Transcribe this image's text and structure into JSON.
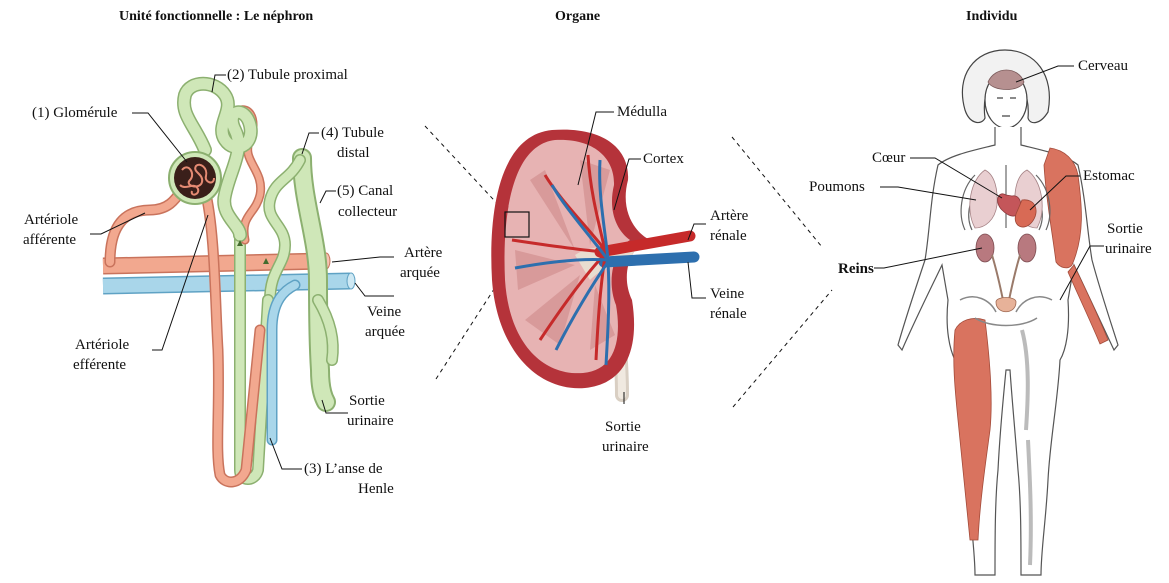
{
  "titles": {
    "nephron": "Unité fonctionnelle : Le néphron",
    "organ": "Organe",
    "individual": "Individu"
  },
  "nephron_labels": {
    "tubule_proximal": "(2) Tubule proximal",
    "glomerule": "(1) Glomérule",
    "tubule_distal_1": "(4) Tubule",
    "tubule_distal_2": "distal",
    "canal_1": "(5) Canal",
    "canal_2": "collecteur",
    "art_aff_1": "Artériole",
    "art_aff_2": "afférente",
    "artere_arquee_1": "Artère",
    "artere_arquee_2": "arquée",
    "veine_arquee_1": "Veine",
    "veine_arquee_2": "arquée",
    "art_eff_1": "Artériole",
    "art_eff_2": "efférente",
    "sortie_1": "Sortie",
    "sortie_2": "urinaire",
    "henle_1": "(3) L’anse de",
    "henle_2": "Henle"
  },
  "organ_labels": {
    "medulla": "Médulla",
    "cortex": "Cortex",
    "artere_renale_1": "Artère",
    "artere_renale_2": "rénale",
    "veine_renale_1": "Veine",
    "veine_renale_2": "rénale",
    "sortie_1": "Sortie",
    "sortie_2": "urinaire"
  },
  "body_labels": {
    "cerveau": "Cerveau",
    "coeur": "Cœur",
    "estomac": "Estomac",
    "poumons": "Poumons",
    "reins": "Reins",
    "sortie_1": "Sortie",
    "sortie_2": "urinaire"
  },
  "colors": {
    "artery": "#f2a88f",
    "artery_stroke": "#c9735c",
    "vein": "#a9d6ea",
    "vein_stroke": "#5fa2c4",
    "tubule": "#cfe7b8",
    "tubule_stroke": "#8cb070",
    "kidney_outer": "#b5333a",
    "kidney_cortex": "#e7b3b3",
    "muscle": "#d9735f"
  }
}
